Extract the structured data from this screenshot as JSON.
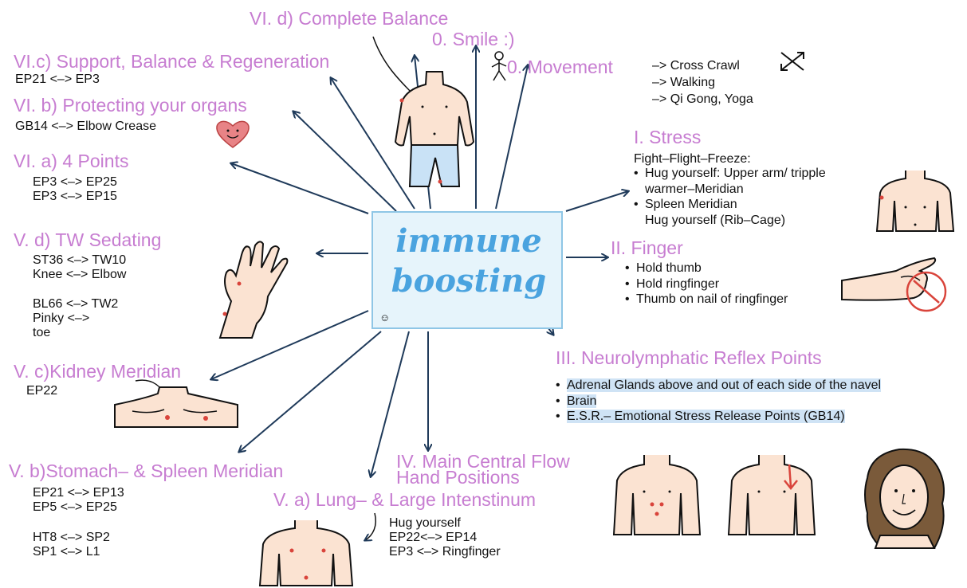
{
  "colors": {
    "heading": "#c77dd1",
    "arrow": "#1f3a5a",
    "skin": "#fbe3d2",
    "accent": "#d9443b",
    "center_bg": "#e6f4fb",
    "pants": "#c9e2f6"
  },
  "center": {
    "line1": "immune",
    "line2": "boosting"
  },
  "smile": {
    "title": "0. Smile :)"
  },
  "movement": {
    "title": "0. Movement",
    "items": [
      "–> Cross Crawl",
      "–> Walking",
      "–> Qi Gong, Yoga"
    ]
  },
  "complete_balance": {
    "title": "VI. d) Complete Balance"
  },
  "support": {
    "title": "VI.c) Support, Balance & Regeneration",
    "text": "EP21 <–> EP3"
  },
  "protect": {
    "title": "VI. b) Protecting your organs",
    "text": "GB14 <–> Elbow Crease"
  },
  "four_points": {
    "title": "VI. a) 4 Points",
    "lines": [
      "EP3 <–> EP25",
      "EP3 <–> EP15"
    ]
  },
  "tw": {
    "title": "V. d) TW Sedating",
    "lines": [
      "ST36 <–> TW10",
      "Knee <–> Elbow",
      "",
      "BL66 <–> TW2",
      "Pinky <–>",
      "toe"
    ]
  },
  "kidney": {
    "title": "V. c)Kidney Meridian",
    "text": "EP22"
  },
  "stomach": {
    "title": "V. b)Stomach– & Spleen Meridian",
    "lines": [
      "EP21 <–> EP13",
      "EP5 <–> EP25",
      "",
      "HT8 <–> SP2",
      "SP1 <–> L1"
    ]
  },
  "lung": {
    "title": "V. a) Lung– & Large Intenstinum",
    "lines": [
      "Hug yourself",
      "EP22<–> EP14",
      "EP3  <–> Ringfinger"
    ]
  },
  "central": {
    "line1": "IV. Main Central Flow",
    "line2": "Hand Positions"
  },
  "neuro": {
    "title": "III. Neurolymphatic Reflex Points",
    "items": [
      "Adrenal Glands above and out of each side of the navel",
      "Brain",
      "E.S.R.– Emotional Stress Release Points (GB14)"
    ]
  },
  "finger": {
    "title": "II. Finger",
    "items": [
      "Hold thumb",
      "Hold ringfinger",
      "Thumb on nail of ringfinger"
    ]
  },
  "stress": {
    "title": "I. Stress",
    "intro": "Fight–Flight–Freeze:",
    "items": [
      "Hug yourself: Upper arm/ tripple warmer–Meridian",
      "Spleen Meridian\nHug yourself (Rib–Cage)"
    ]
  }
}
